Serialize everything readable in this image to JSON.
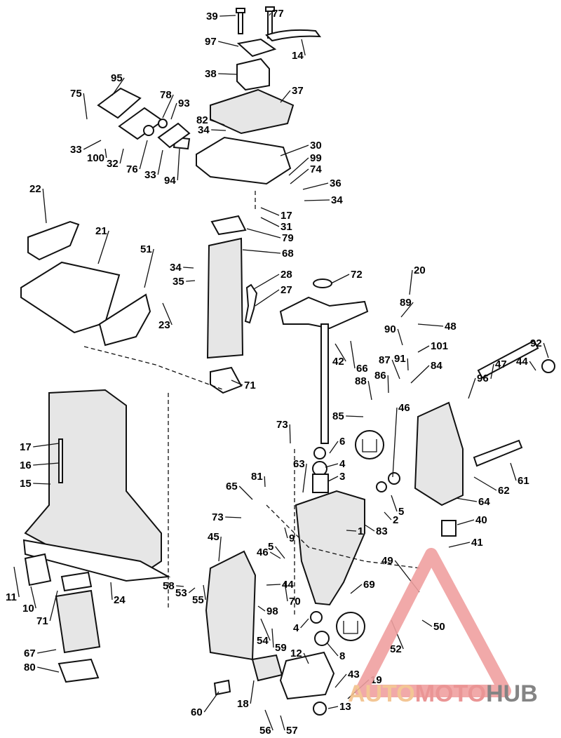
{
  "labels": [
    "39",
    "77",
    "97",
    "14",
    "38",
    "37",
    "95",
    "75",
    "78",
    "93",
    "82",
    "34",
    "33",
    "100",
    "32",
    "76",
    "33",
    "94",
    "30",
    "99",
    "74",
    "36",
    "34",
    "17",
    "31",
    "22",
    "21",
    "51",
    "79",
    "68",
    "34",
    "35",
    "23",
    "28",
    "27",
    "72",
    "20",
    "89",
    "48",
    "90",
    "101",
    "91",
    "87",
    "84",
    "42",
    "66",
    "86",
    "88",
    "85",
    "92",
    "44",
    "47",
    "96",
    "71",
    "73",
    "6",
    "4",
    "3",
    "63",
    "17",
    "16",
    "15",
    "65",
    "81",
    "73",
    "9",
    "5",
    "2",
    "83",
    "1",
    "46",
    "5",
    "62",
    "61",
    "64",
    "40",
    "41",
    "49",
    "45",
    "46",
    "44",
    "70",
    "98",
    "58",
    "53",
    "55",
    "11",
    "10",
    "71",
    "24",
    "54",
    "59",
    "50",
    "52",
    "69",
    "4",
    "8",
    "67",
    "80",
    "12",
    "43",
    "19",
    "13",
    "60",
    "18",
    "56",
    "57"
  ],
  "watermark": {
    "part1": "AUTO",
    "part2": "MOTO",
    "part3": "HUB",
    "colors": {
      "accent": "#f0a0a0",
      "auto": "#f2c08a",
      "moto": "#e88a8a",
      "hub": "#777777"
    }
  }
}
